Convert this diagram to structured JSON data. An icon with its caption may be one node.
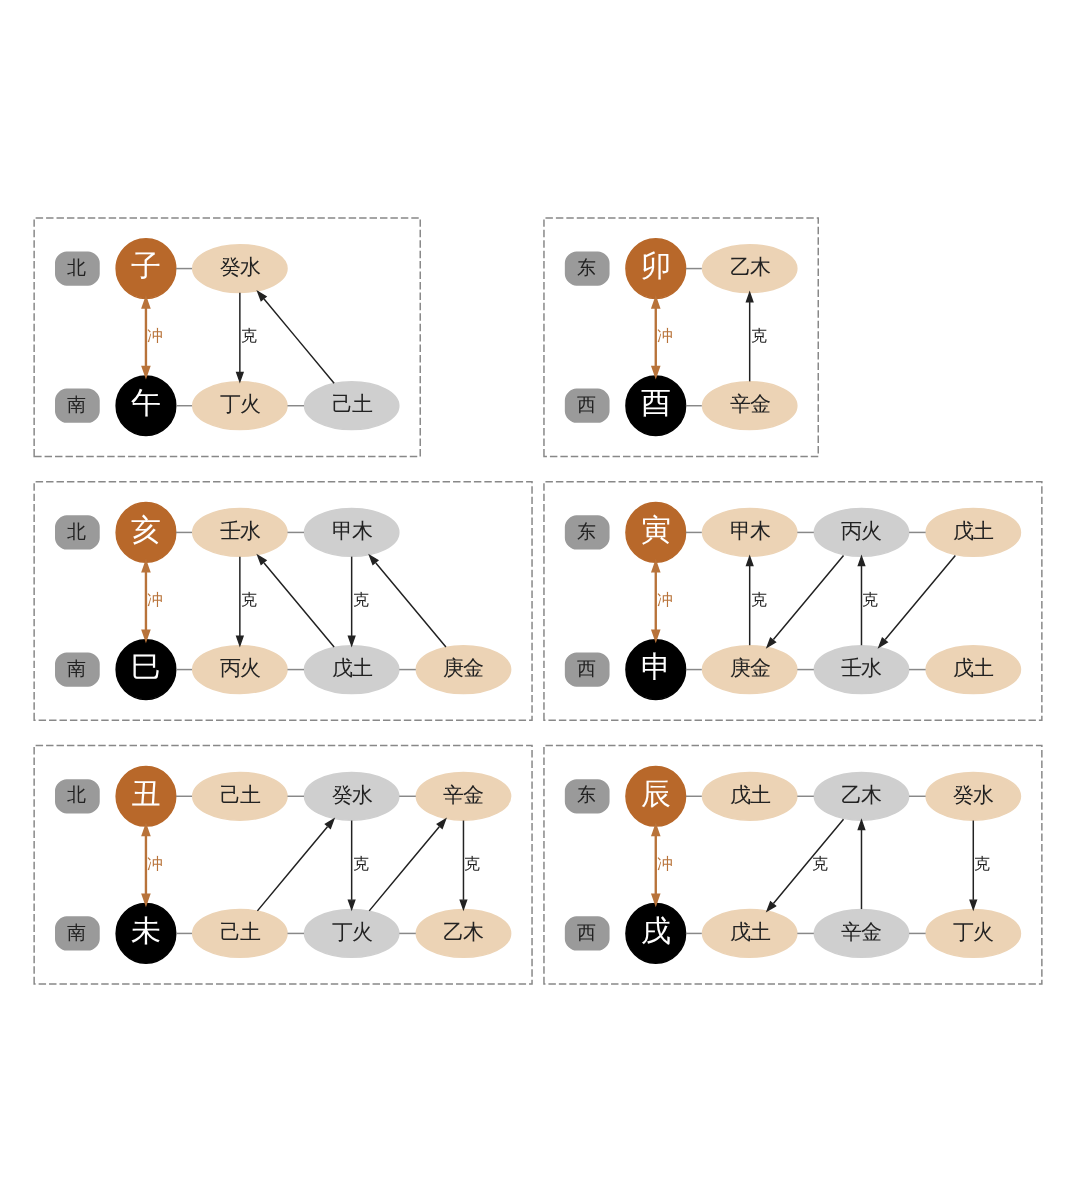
{
  "diagram": {
    "nodes": [
      {
        "text": [],
        "shape": "box"
      },
      {
        "text": [
          "北"
        ],
        "in": 0
      },
      {
        "text": [
          "子"
        ],
        "in": 0
      },
      {
        "text": [
          "癸水"
        ],
        "in": 0
      },
      {
        "text": [
          "南"
        ],
        "in": 0
      },
      {
        "text": [
          "午"
        ],
        "in": 0
      },
      {
        "text": [
          "丁火"
        ],
        "in": 0
      },
      {
        "text": [
          "己土"
        ],
        "in": 0
      },
      {
        "text": [],
        "shape": "box"
      },
      {
        "text": [
          "东"
        ],
        "in": 8
      },
      {
        "text": [
          "卯"
        ],
        "in": 8
      },
      {
        "text": [
          "乙木"
        ],
        "in": 8
      },
      {
        "text": [
          "西"
        ],
        "in": 8
      },
      {
        "text": [
          "酉"
        ],
        "in": 8
      },
      {
        "text": [
          "辛金"
        ],
        "in": 8
      },
      {
        "text": [],
        "shape": "box"
      },
      {
        "text": [
          "北"
        ],
        "in": 15
      },
      {
        "text": [
          "亥"
        ],
        "in": 15
      },
      {
        "text": [
          "壬水"
        ],
        "in": 15
      },
      {
        "text": [
          "甲木"
        ],
        "in": 15
      },
      {
        "text": [
          "南"
        ],
        "in": 15
      },
      {
        "text": [
          "巳"
        ],
        "in": 15
      },
      {
        "text": [
          "丙火"
        ],
        "in": 15
      },
      {
        "text": [
          "戊土"
        ],
        "in": 15
      },
      {
        "text": [
          "庚金"
        ],
        "in": 15
      },
      {
        "text": [],
        "shape": "box"
      },
      {
        "text": [
          "东"
        ],
        "in": 25
      },
      {
        "text": [
          "寅"
        ],
        "in": 25
      },
      {
        "text": [
          "甲木"
        ],
        "in": 25
      },
      {
        "text": [
          "丙火"
        ],
        "in": 25
      },
      {
        "text": [
          "戊土"
        ],
        "in": 25
      },
      {
        "text": [
          "西"
        ],
        "in": 25
      },
      {
        "text": [
          "申"
        ],
        "in": 25
      },
      {
        "text": [
          "庚金"
        ],
        "in": 25
      },
      {
        "text": [
          "壬水"
        ],
        "in": 25
      },
      {
        "text": [
          "戊土"
        ],
        "in": 25
      },
      {
        "text": [],
        "shape": "box"
      },
      {
        "text": [
          "北"
        ],
        "in": 36
      },
      {
        "text": [
          "丑"
        ],
        "in": 36
      },
      {
        "text": [
          "己土"
        ],
        "in": 36
      },
      {
        "text": [
          "癸水"
        ],
        "in": 36
      },
      {
        "text": [
          "辛金"
        ],
        "in": 36
      },
      {
        "text": [
          "南"
        ],
        "in": 36
      },
      {
        "text": [
          "未"
        ],
        "in": 36
      },
      {
        "text": [
          "己土"
        ],
        "in": 36
      },
      {
        "text": [
          "丁火"
        ],
        "in": 36
      },
      {
        "text": [
          "乙木"
        ],
        "in": 36
      },
      {
        "text": [],
        "shape": "box"
      },
      {
        "text": [
          "东"
        ],
        "in": 47
      },
      {
        "text": [
          "辰"
        ],
        "in": 47
      },
      {
        "text": [
          "戊土"
        ],
        "in": 47
      },
      {
        "text": [
          "乙木"
        ],
        "in": 47
      },
      {
        "text": [
          "癸水"
        ],
        "in": 47
      },
      {
        "text": [
          "西"
        ],
        "in": 47
      },
      {
        "text": [
          "戌"
        ],
        "in": 47
      },
      {
        "text": [
          "戊土"
        ],
        "in": 47
      },
      {
        "text": [
          "辛金"
        ],
        "in": 47
      },
      {
        "text": [
          "丁火"
        ],
        "in": 47
      }
    ],
    "edges": [
      {
        "from": 2,
        "to": 3,
        "arrow": "none"
      },
      {
        "from": 5,
        "to": 6,
        "arrow": "none"
      },
      {
        "from": 6,
        "to": 7,
        "arrow": "none"
      },
      {
        "from": 2,
        "to": 5,
        "arrow": "both",
        "label": "冲",
        "color": "#b8733a"
      },
      {
        "from": 3,
        "to": 6,
        "arrow": "to",
        "label": "克",
        "color": "#222222"
      },
      {
        "from": 7,
        "to": 3,
        "arrow": "to",
        "color": "#222222"
      },
      {
        "from": 10,
        "to": 11,
        "arrow": "none"
      },
      {
        "from": 13,
        "to": 14,
        "arrow": "none"
      },
      {
        "from": 10,
        "to": 13,
        "arrow": "both",
        "label": "冲",
        "color": "#b8733a"
      },
      {
        "from": 14,
        "to": 11,
        "arrow": "to",
        "label": "克",
        "color": "#222222"
      },
      {
        "from": 17,
        "to": 18,
        "arrow": "none"
      },
      {
        "from": 18,
        "to": 19,
        "arrow": "none"
      },
      {
        "from": 21,
        "to": 22,
        "arrow": "none"
      },
      {
        "from": 22,
        "to": 23,
        "arrow": "none"
      },
      {
        "from": 23,
        "to": 24,
        "arrow": "none"
      },
      {
        "from": 17,
        "to": 21,
        "arrow": "both",
        "label": "冲",
        "color": "#b8733a"
      },
      {
        "from": 18,
        "to": 22,
        "arrow": "to",
        "label": "克",
        "color": "#222222"
      },
      {
        "from": 23,
        "to": 18,
        "arrow": "to",
        "color": "#222222"
      },
      {
        "from": 19,
        "to": 23,
        "arrow": "to",
        "label": "克",
        "color": "#222222"
      },
      {
        "from": 24,
        "to": 19,
        "arrow": "to",
        "color": "#222222"
      },
      {
        "from": 27,
        "to": 28,
        "arrow": "none"
      },
      {
        "from": 28,
        "to": 29,
        "arrow": "none"
      },
      {
        "from": 29,
        "to": 30,
        "arrow": "none"
      },
      {
        "from": 32,
        "to": 33,
        "arrow": "none"
      },
      {
        "from": 33,
        "to": 34,
        "arrow": "none"
      },
      {
        "from": 34,
        "to": 35,
        "arrow": "none"
      },
      {
        "from": 27,
        "to": 32,
        "arrow": "both",
        "label": "冲",
        "color": "#b8733a"
      },
      {
        "from": 33,
        "to": 28,
        "arrow": "to",
        "label": "克",
        "color": "#222222"
      },
      {
        "from": 29,
        "to": 33,
        "arrow": "to",
        "color": "#222222"
      },
      {
        "from": 34,
        "to": 29,
        "arrow": "to",
        "label": "克",
        "color": "#222222"
      },
      {
        "from": 30,
        "to": 34,
        "arrow": "to",
        "color": "#222222"
      },
      {
        "from": 38,
        "to": 39,
        "arrow": "none"
      },
      {
        "from": 39,
        "to": 40,
        "arrow": "none"
      },
      {
        "from": 40,
        "to": 41,
        "arrow": "none"
      },
      {
        "from": 43,
        "to": 44,
        "arrow": "none"
      },
      {
        "from": 44,
        "to": 45,
        "arrow": "none"
      },
      {
        "from": 45,
        "to": 46,
        "arrow": "none"
      },
      {
        "from": 38,
        "to": 43,
        "arrow": "both",
        "label": "冲",
        "color": "#b8733a"
      },
      {
        "from": 44,
        "to": 40,
        "arrow": "to",
        "color": "#222222"
      },
      {
        "from": 40,
        "to": 45,
        "arrow": "to",
        "label": "克",
        "color": "#222222"
      },
      {
        "from": 45,
        "to": 41,
        "arrow": "to",
        "color": "#222222"
      },
      {
        "from": 41,
        "to": 46,
        "arrow": "to",
        "label": "克",
        "color": "#222222"
      },
      {
        "from": 49,
        "to": 50,
        "arrow": "none"
      },
      {
        "from": 50,
        "to": 51,
        "arrow": "none"
      },
      {
        "from": 51,
        "to": 52,
        "arrow": "none"
      },
      {
        "from": 54,
        "to": 55,
        "arrow": "none"
      },
      {
        "from": 55,
        "to": 56,
        "arrow": "none"
      },
      {
        "from": 56,
        "to": 57,
        "arrow": "none"
      },
      {
        "from": 49,
        "to": 54,
        "arrow": "both",
        "label": "冲",
        "color": "#b8733a"
      },
      {
        "from": 51,
        "to": 55,
        "arrow": "to",
        "label": "克",
        "color": "#222222"
      },
      {
        "from": 56,
        "to": 51,
        "arrow": "to",
        "color": "#222222"
      },
      {
        "from": 52,
        "to": 57,
        "arrow": "to",
        "label": "克",
        "color": "#222222"
      }
    ]
  }
}
